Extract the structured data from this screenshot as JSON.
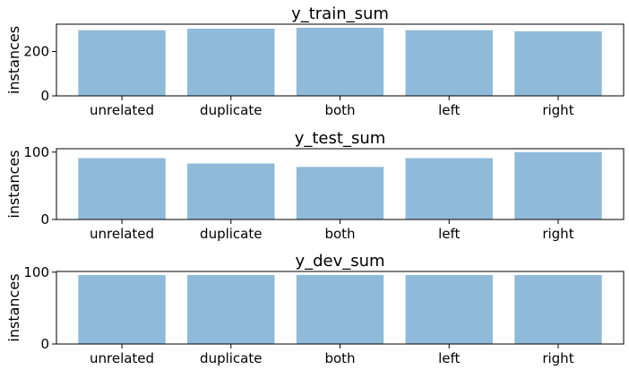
{
  "bar_color": "#8fbad9",
  "chart_data": [
    {
      "type": "bar",
      "title": "y_train_sum",
      "xlabel": "",
      "ylabel": "instances",
      "categories": [
        "unrelated",
        "duplicate",
        "both",
        "left",
        "right"
      ],
      "values": [
        296,
        303,
        307,
        296,
        291
      ],
      "ylim": [
        0,
        323
      ],
      "yticks": [
        0,
        200
      ],
      "grid": false
    },
    {
      "type": "bar",
      "title": "y_test_sum",
      "xlabel": "",
      "ylabel": "instances",
      "categories": [
        "unrelated",
        "duplicate",
        "both",
        "left",
        "right"
      ],
      "values": [
        91,
        83,
        78,
        91,
        100
      ],
      "ylim": [
        0,
        105
      ],
      "yticks": [
        0,
        100
      ],
      "grid": false
    },
    {
      "type": "bar",
      "title": "y_dev_sum",
      "xlabel": "",
      "ylabel": "instances",
      "categories": [
        "unrelated",
        "duplicate",
        "both",
        "left",
        "right"
      ],
      "values": [
        96,
        96,
        96,
        96,
        96
      ],
      "ylim": [
        0,
        101
      ],
      "yticks": [
        0,
        100
      ],
      "grid": false
    }
  ]
}
